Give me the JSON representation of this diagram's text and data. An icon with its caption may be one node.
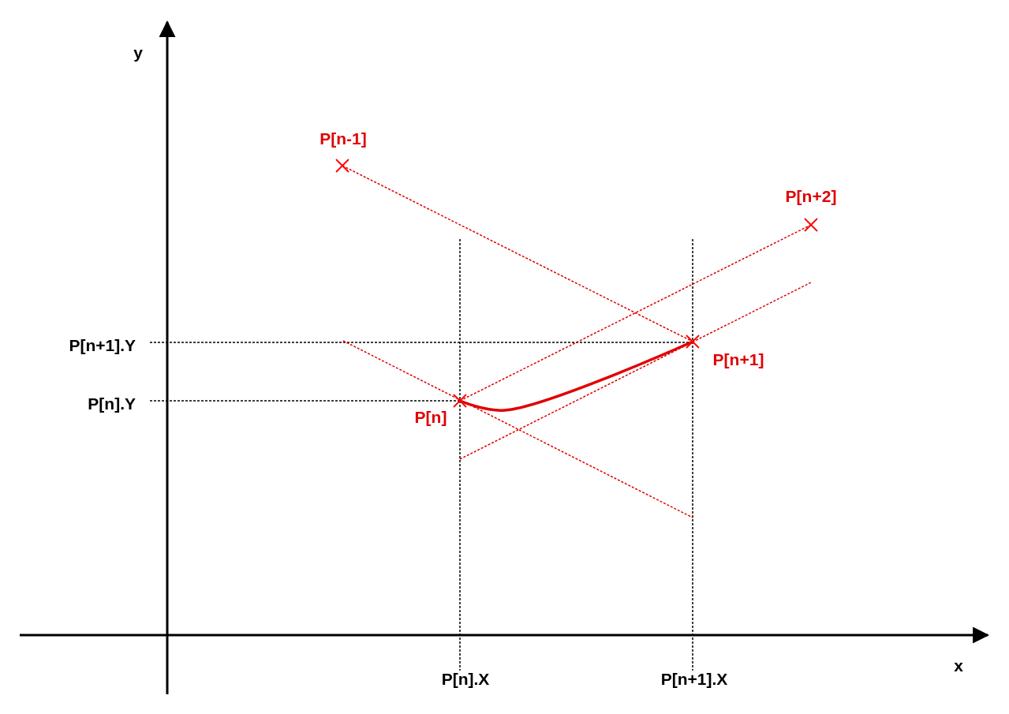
{
  "diagram": {
    "nodes": [
      {
        "text": [],
        "shape": "cross",
        "beside": [
          "P[n-1]"
        ]
      },
      {
        "text": [],
        "shape": "cross",
        "beside": [
          "P[n+2]"
        ]
      },
      {
        "text": [],
        "shape": "cross",
        "beside": [
          "P[n+1]"
        ]
      },
      {
        "text": [],
        "shape": "cross",
        "beside": [
          "P[n]"
        ]
      }
    ],
    "edges": [
      {
        "from": 0,
        "to": 2,
        "arrow": "none",
        "style": "dashed"
      },
      {
        "from": 3,
        "to": 1,
        "arrow": "none",
        "style": "dashed"
      },
      {
        "from": 3,
        "to": 2,
        "arrow": "none",
        "style": "thick"
      }
    ],
    "labels": [
      "y",
      "P[n+1].Y",
      "P[n].Y",
      "x",
      "P[n].X",
      "P[n+1].X"
    ]
  }
}
